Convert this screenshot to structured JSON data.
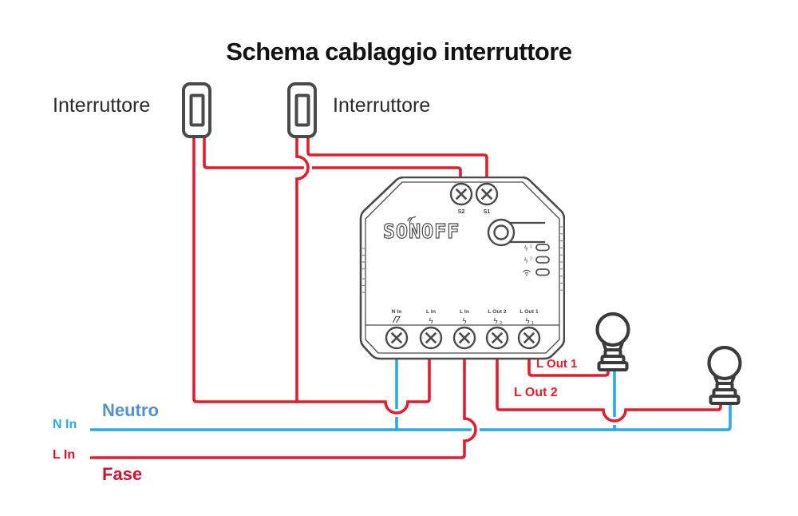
{
  "title": "Schema cablaggio interruttore",
  "switches": {
    "left": "Interruttore",
    "right": "Interruttore"
  },
  "device": {
    "brand": "SONOFF",
    "top_terminals": [
      {
        "label": "S2"
      },
      {
        "label": "S1"
      }
    ],
    "bottom_terminals": [
      {
        "label": "N In",
        "glyph": "",
        "sub": ""
      },
      {
        "label": "L In",
        "glyph": "ϟ",
        "sub": ""
      },
      {
        "label": "L In",
        "glyph": "ϟ",
        "sub": ""
      },
      {
        "label": "L Out 2",
        "glyph": "ϟ",
        "sub": "2"
      },
      {
        "label": "L Out 1",
        "glyph": "ϟ",
        "sub": "1"
      }
    ],
    "leds": [
      {
        "icon": "bolt-icon",
        "glyph": "ϟ",
        "sup": "1"
      },
      {
        "icon": "bolt-icon",
        "glyph": "ϟ",
        "sup": "2"
      },
      {
        "icon": "wifi-icon",
        "glyph": "",
        "sup": ""
      }
    ]
  },
  "wire_labels": {
    "neutro": "Neutro",
    "n_in": "N In",
    "l_in": "L In",
    "fase": "Fase",
    "l_out_1": "L Out 1",
    "l_out_2": "L Out 2"
  },
  "colors": {
    "live_red": "#E11D2E",
    "neutral_blue": "#29ABE2",
    "neutro_text": "#5591D2",
    "fase_text": "#D6112B",
    "device_outline": "#4A4A4A"
  }
}
